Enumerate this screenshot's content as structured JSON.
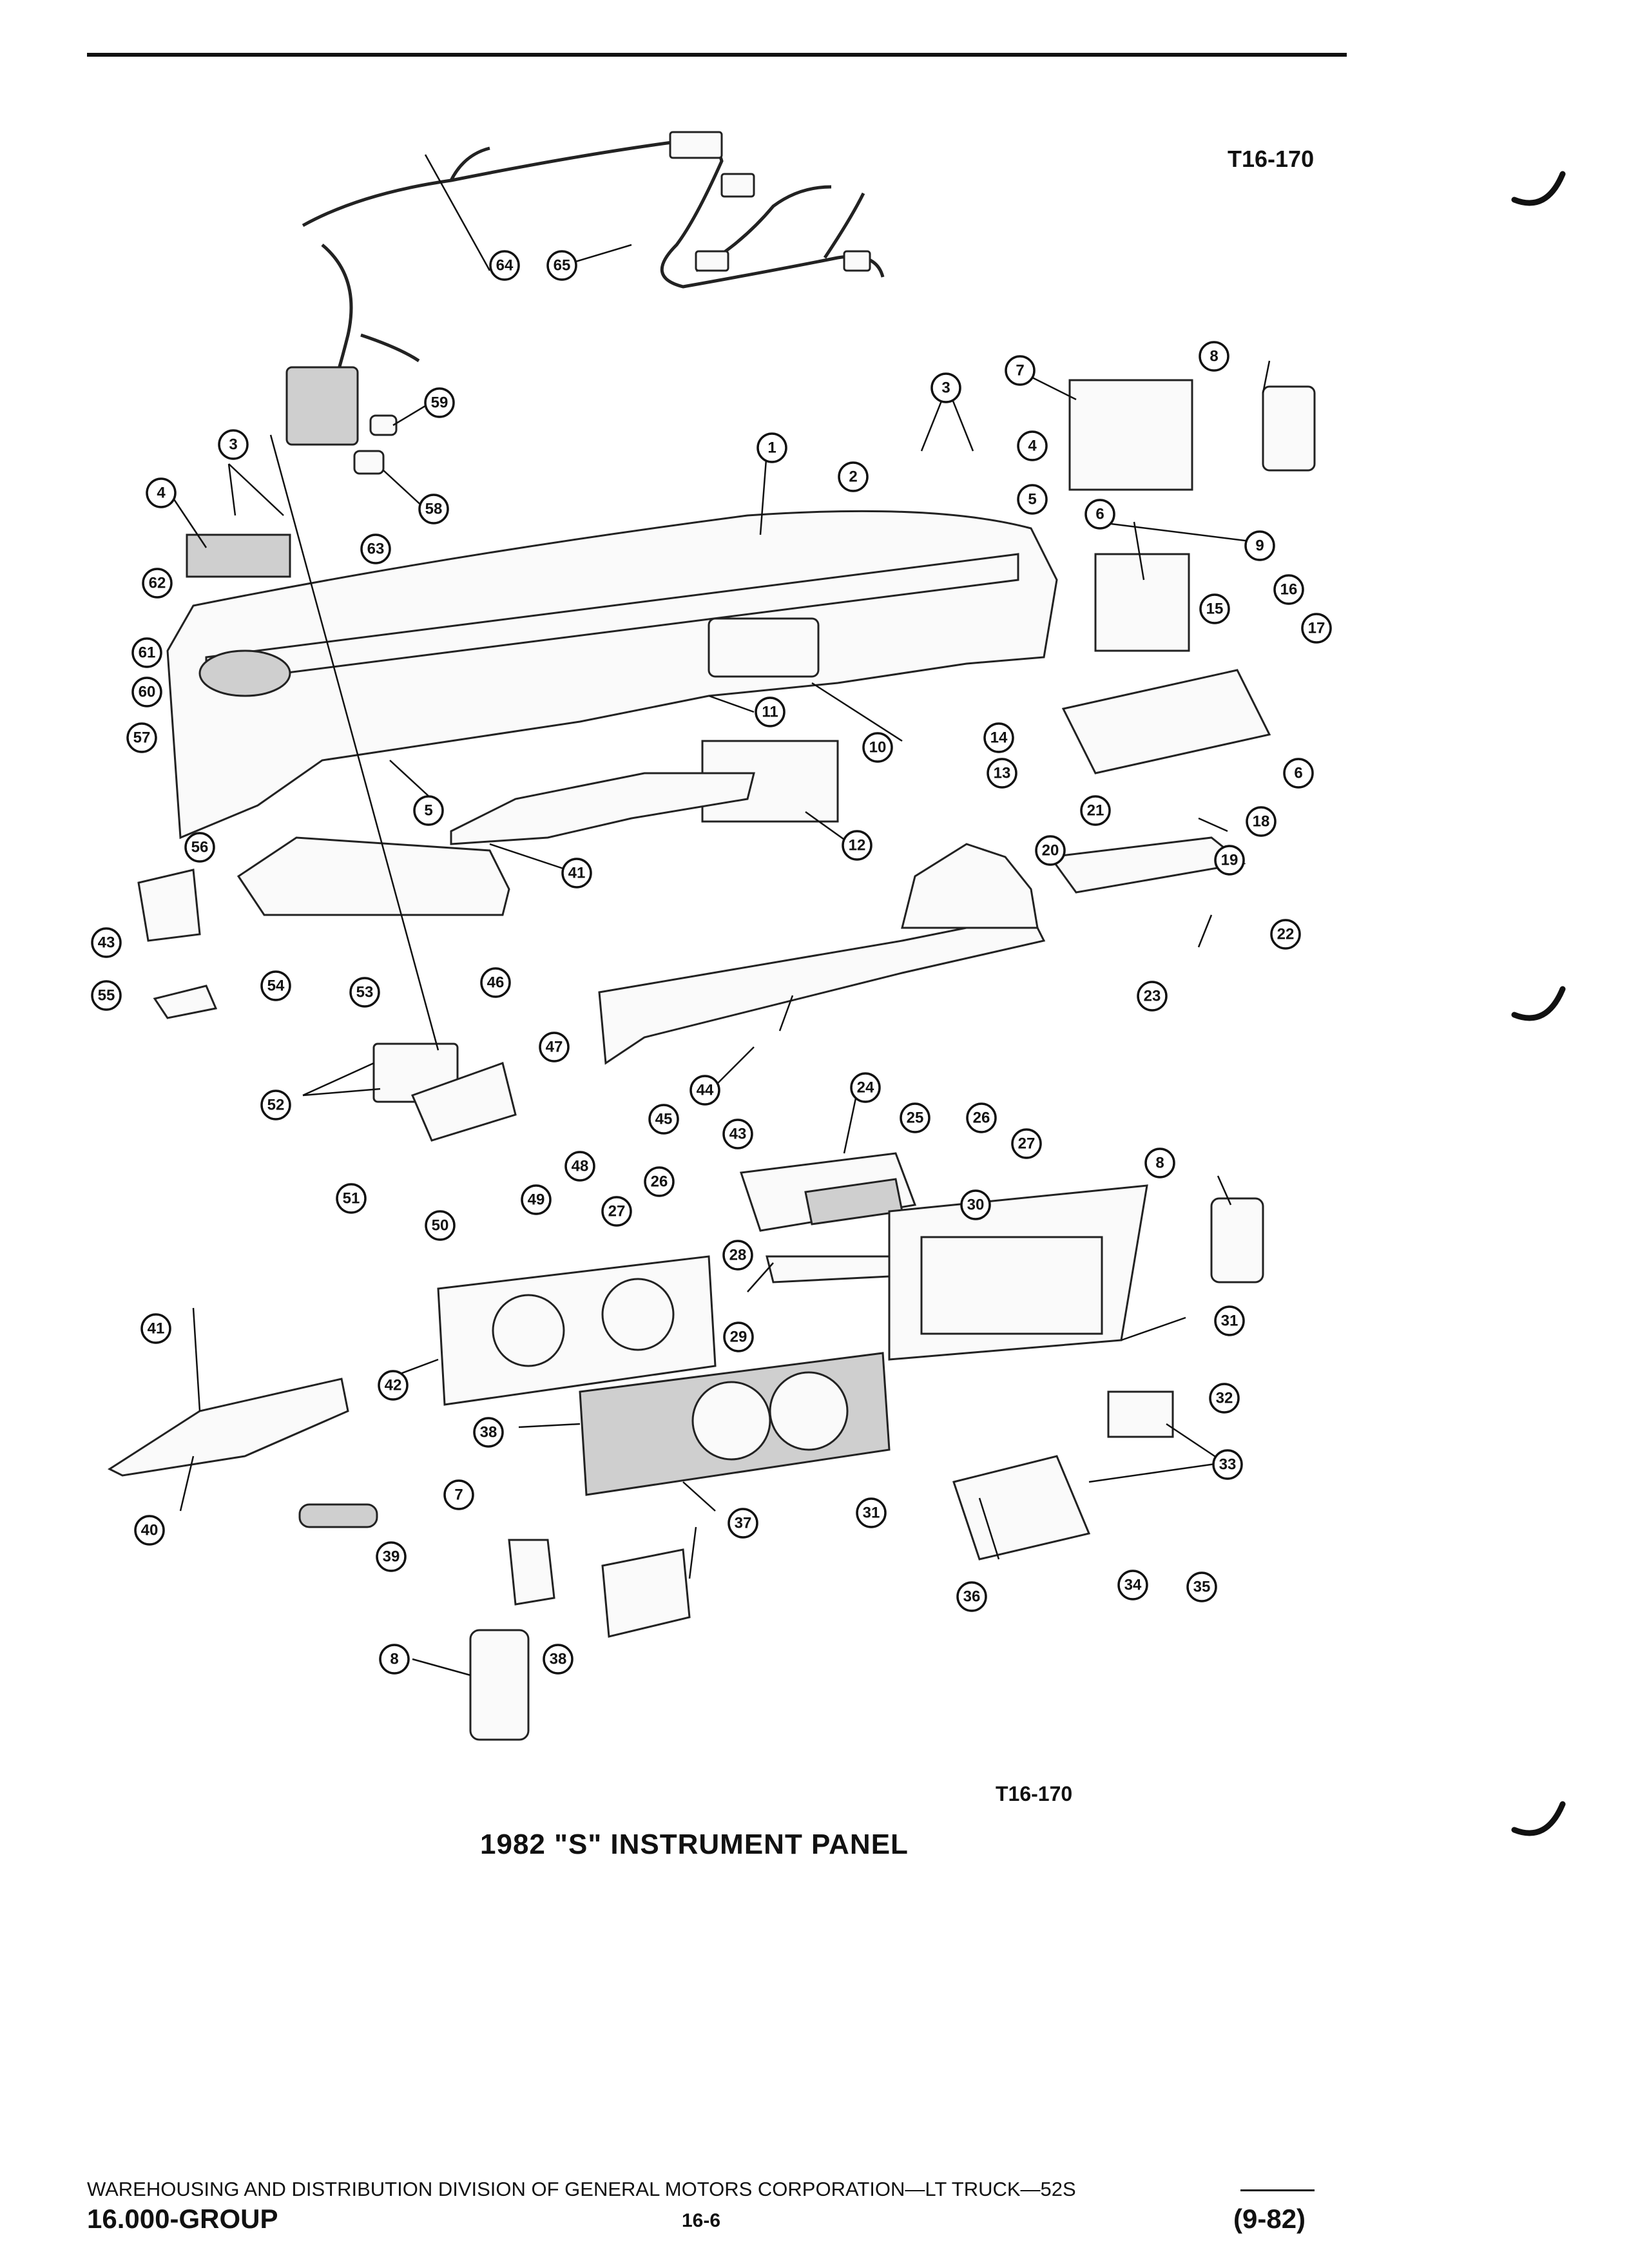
{
  "header": {
    "figure_ref_top": "T16-170"
  },
  "diagram": {
    "figure_ref_bottom": "T16-170",
    "caption": "1982 \"S\" INSTRUMENT PANEL",
    "callouts": [
      "64",
      "65",
      "59",
      "58",
      "3",
      "4",
      "62",
      "61",
      "60",
      "57",
      "63",
      "1",
      "2",
      "3",
      "4",
      "5",
      "7",
      "8",
      "9",
      "6",
      "15",
      "16",
      "17",
      "14",
      "13",
      "6",
      "21",
      "18",
      "19",
      "20",
      "22",
      "23",
      "11",
      "10",
      "12",
      "5",
      "41",
      "56",
      "43",
      "55",
      "54",
      "53",
      "46",
      "47",
      "52",
      "48",
      "49",
      "51",
      "50",
      "45",
      "44",
      "43",
      "24",
      "25",
      "26",
      "27",
      "26",
      "27",
      "28",
      "30",
      "29",
      "8",
      "31",
      "32",
      "41",
      "42",
      "38",
      "40",
      "39",
      "7",
      "37",
      "31",
      "33",
      "34",
      "35",
      "36",
      "38",
      "8"
    ]
  },
  "footer": {
    "division": "WAREHOUSING AND DISTRIBUTION  DIVISION OF GENERAL MOTORS CORPORATION—LT TRUCK—52S",
    "group": "16.000-GROUP",
    "page": "16-6",
    "date": "(9-82)"
  }
}
